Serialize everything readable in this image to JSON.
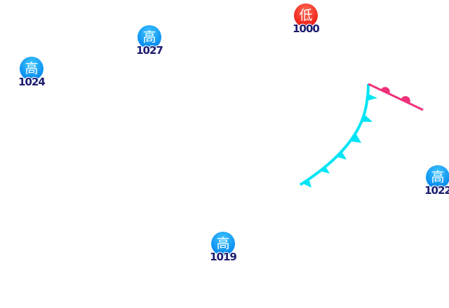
{
  "systems": [
    {
      "type": "low",
      "symbol": "低",
      "pressure": "1000"
    },
    {
      "type": "high",
      "symbol": "高",
      "pressure": "1027"
    },
    {
      "type": "high",
      "symbol": "高",
      "pressure": "1024"
    },
    {
      "type": "high",
      "symbol": "高",
      "pressure": "1022"
    },
    {
      "type": "high",
      "symbol": "高",
      "pressure": "1019"
    }
  ],
  "fronts": [
    {
      "type": "cold",
      "color": "#00e5f5"
    },
    {
      "type": "warm",
      "color": "#f0307a"
    }
  ]
}
